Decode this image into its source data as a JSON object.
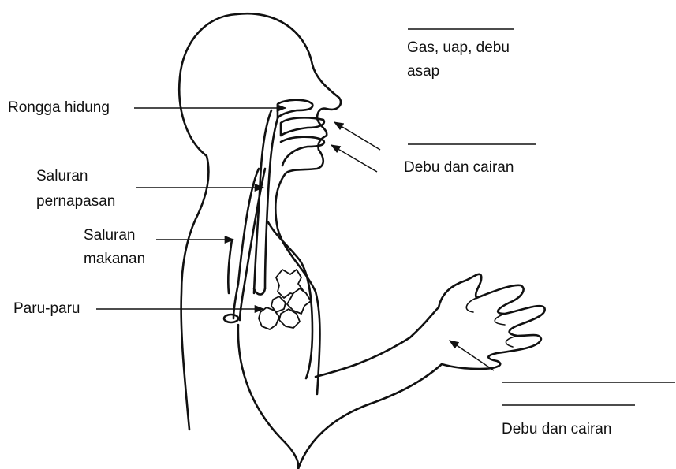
{
  "labels": {
    "rongga_hidung": "Rongga hidung",
    "saluran_pernapasan_1": "Saluran",
    "saluran_pernapasan_2": "pernapasan",
    "saluran_makanan_1": "Saluran",
    "saluran_makanan_2": "makanan",
    "paru_paru": "Paru-paru",
    "gas_1": "Gas, uap, debu",
    "gas_2": "asap",
    "debu_cairan_top": "Debu dan cairan",
    "debu_cairan_bottom": "Debu dan cairan"
  },
  "colors": {
    "ink": "#111111",
    "background": "#ffffff"
  }
}
